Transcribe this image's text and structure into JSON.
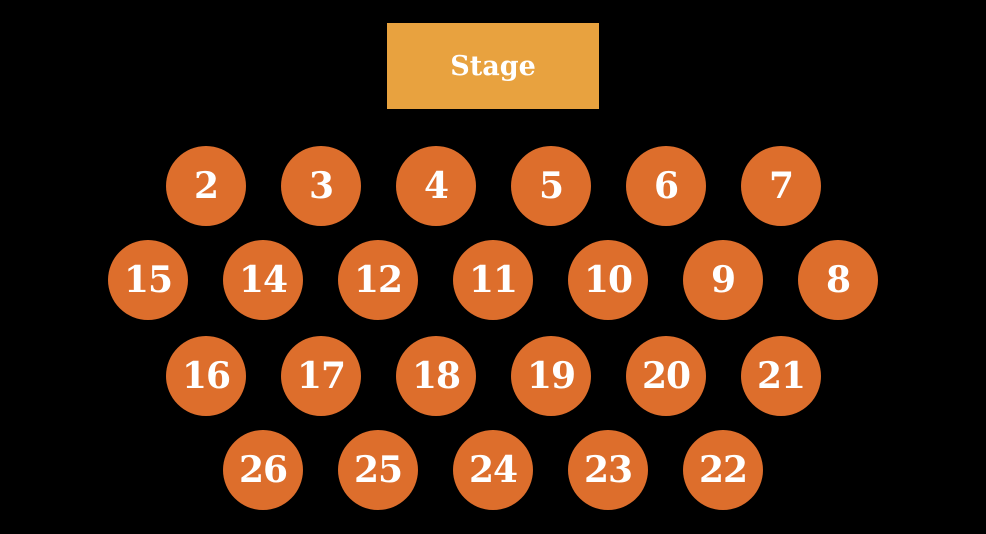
{
  "colors": {
    "background": "#000000",
    "stage": "#E8A23F",
    "table": "#DD6E2C",
    "text": "#FFFFFF"
  },
  "stage": {
    "label": "Stage"
  },
  "rows": [
    {
      "tables": [
        "2",
        "3",
        "4",
        "5",
        "6",
        "7"
      ]
    },
    {
      "tables": [
        "15",
        "14",
        "12",
        "11",
        "10",
        "9",
        "8"
      ]
    },
    {
      "tables": [
        "16",
        "17",
        "18",
        "19",
        "20",
        "21"
      ]
    },
    {
      "tables": [
        "26",
        "25",
        "24",
        "23",
        "22"
      ]
    }
  ]
}
